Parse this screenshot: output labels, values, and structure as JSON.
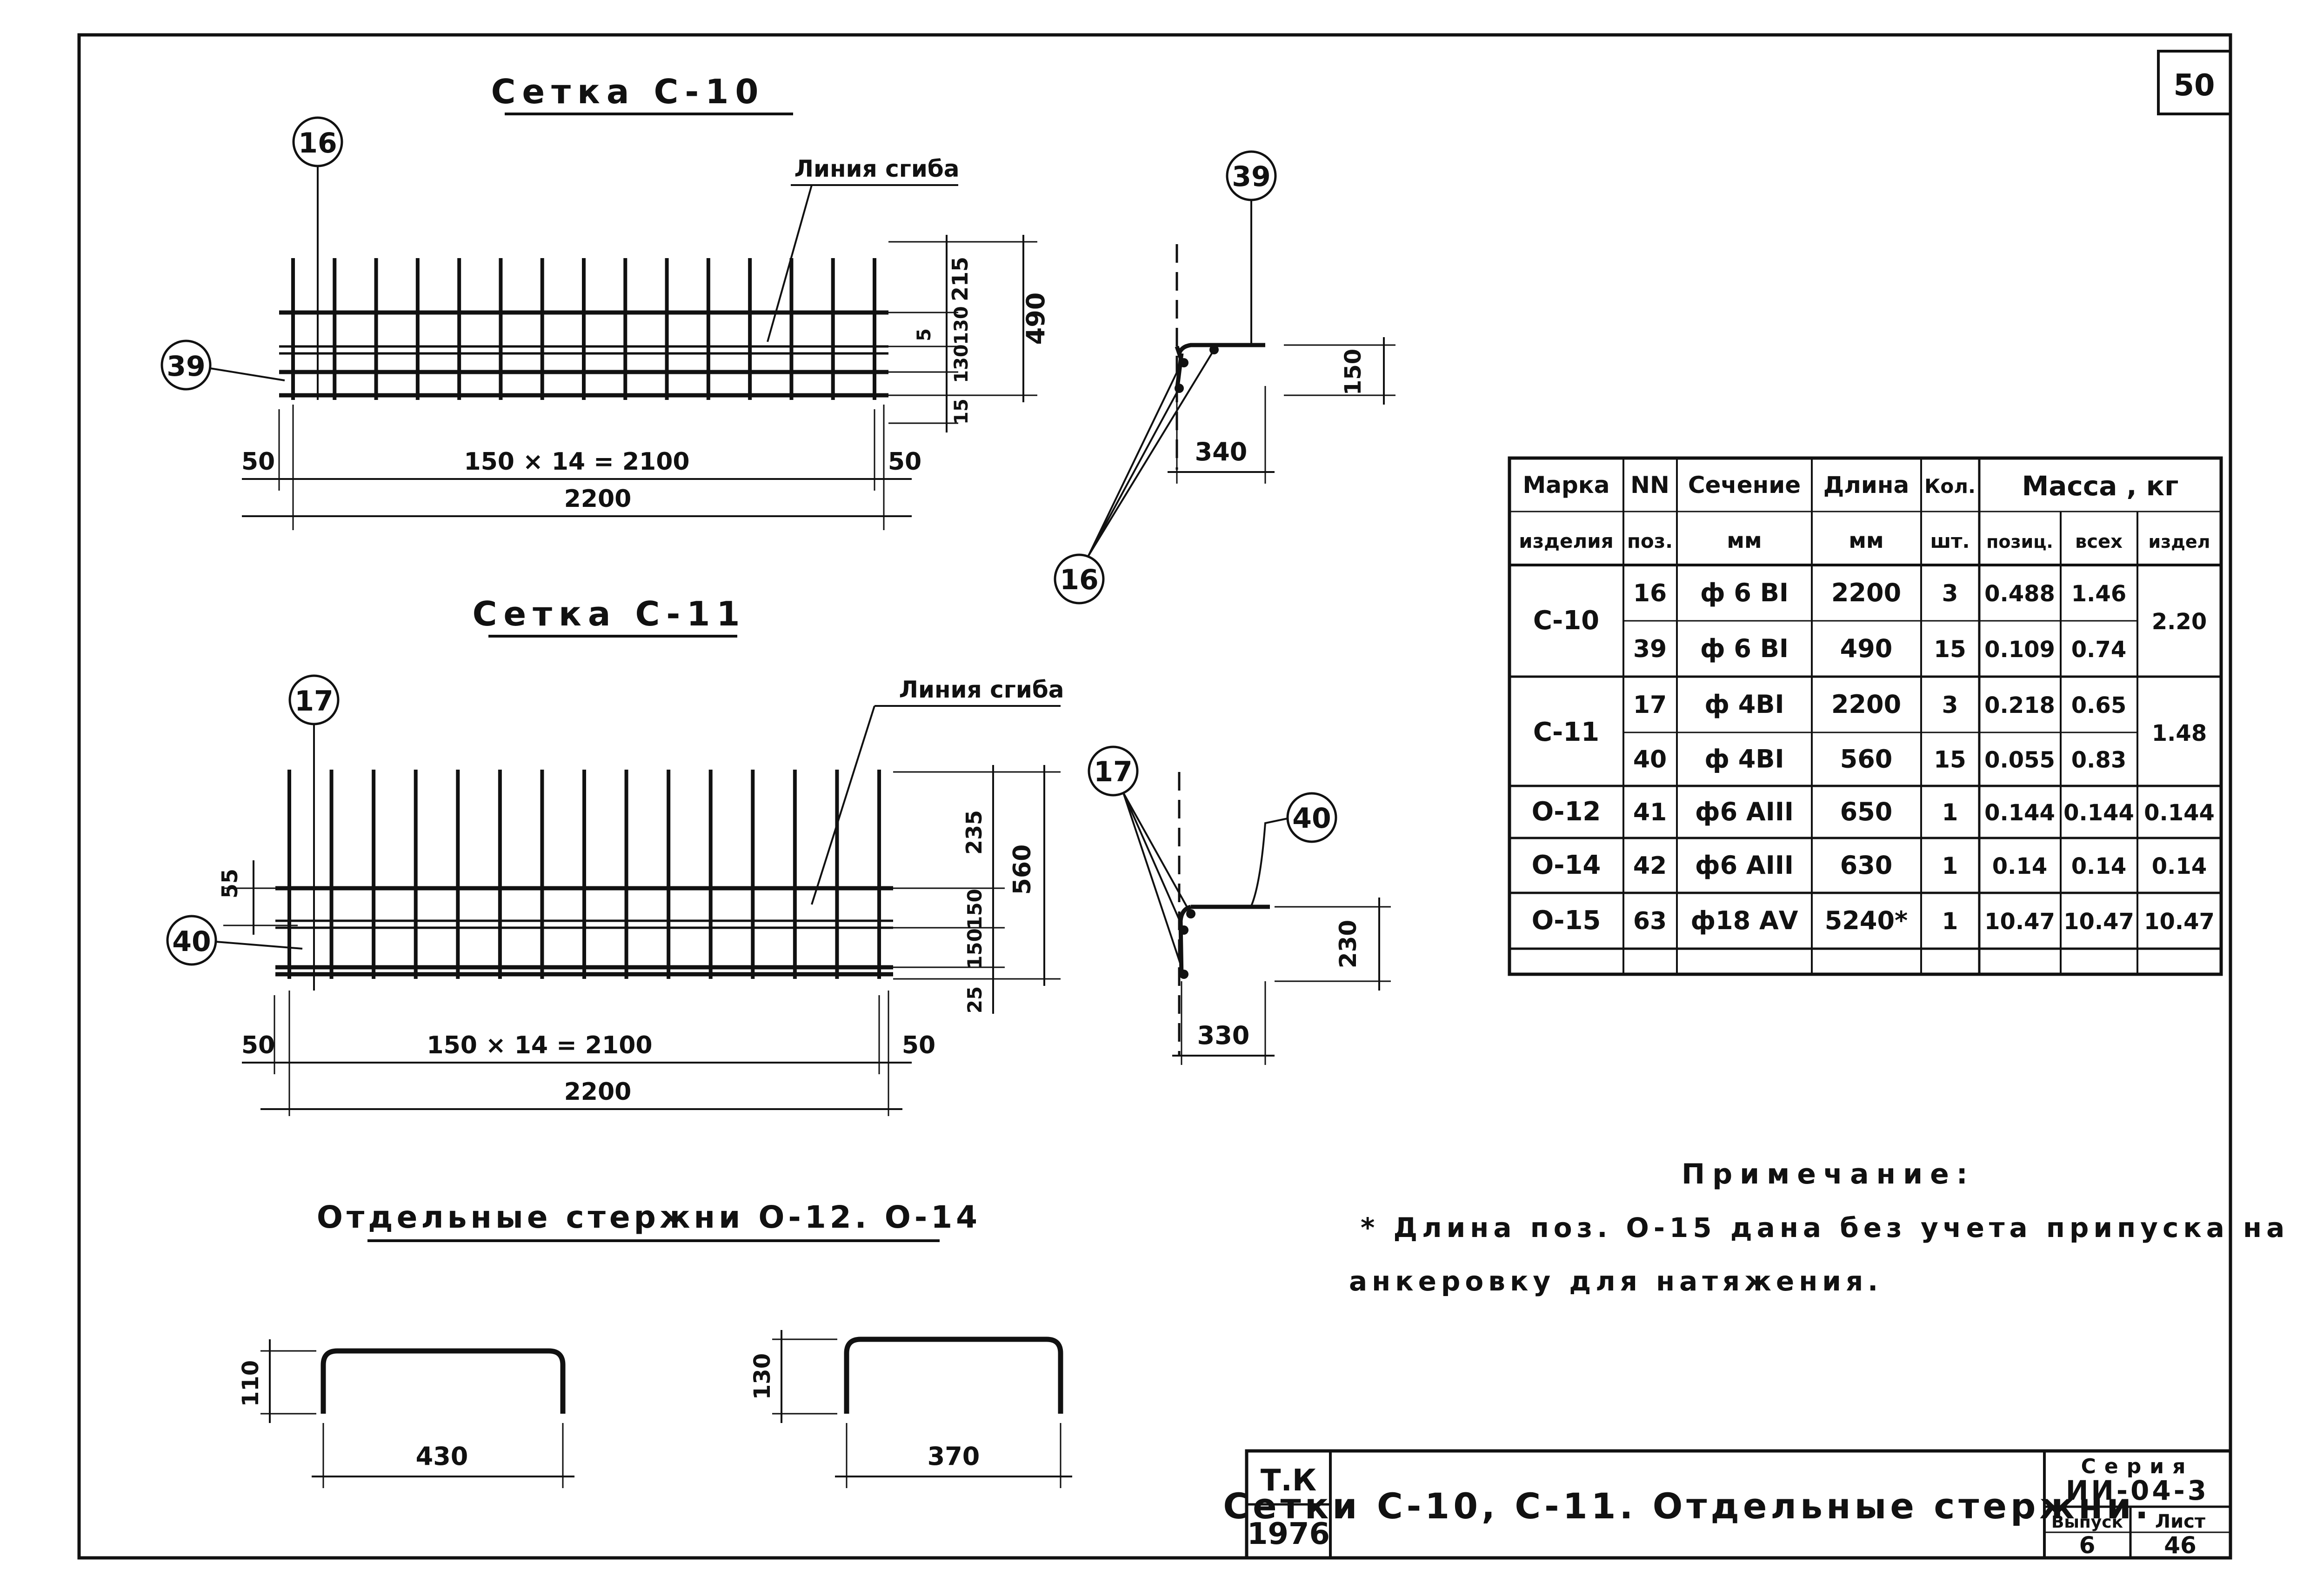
{
  "page_number": "50",
  "mesh_c10": {
    "title": "Сетка С-10",
    "bend_line": "Линия сгиба",
    "pos_long": "16",
    "pos_cross": "39",
    "dims_right": [
      "215",
      "5",
      "130",
      "130",
      "15"
    ],
    "dim_total_height": "490",
    "dim_left": "50",
    "dim_spacing": "150 × 14 = 2100",
    "dim_right": "50",
    "dim_overall": "2200"
  },
  "section_c10": {
    "pos_top": "39",
    "pos_bottom": "16",
    "dim_height": "150",
    "dim_width": "340"
  },
  "mesh_c11": {
    "title": "Сетка С-11",
    "bend_line": "Линия сгиба",
    "pos_long": "17",
    "pos_cross": "40",
    "dim_left_top": "55",
    "dims_right": [
      "235",
      "150",
      "150",
      "25"
    ],
    "dim_total_height": "560",
    "dim_left": "50",
    "dim_spacing": "150 × 14 = 2100",
    "dim_right": "50",
    "dim_overall": "2200"
  },
  "section_c11": {
    "pos_left": "17",
    "pos_right": "40",
    "dim_height": "230",
    "dim_width": "330"
  },
  "separate_bars": {
    "title": "Отдельные стержни О-12. О-14",
    "bar1_height": "110",
    "bar1_width": "430",
    "bar2_height": "130",
    "bar2_width": "370"
  },
  "spec_table": {
    "headers": {
      "mark_1": "Марка",
      "mark_2": "изделия",
      "pos_1": "NN",
      "pos_2": "поз.",
      "section_1": "Сечение",
      "section_2": "мм",
      "length_1": "Длина",
      "length_2": "мм",
      "qty_1": "Кол.",
      "qty_2": "шт.",
      "mass": "Масса , кг",
      "mass_pos": "позиц.",
      "mass_all": "всех",
      "mass_item": "издел"
    },
    "rows": [
      {
        "mark": "С-10",
        "pos": "16",
        "section": "ф 6 ВI",
        "length": "2200",
        "qty": "3",
        "m_pos": "0.488",
        "m_all": "1.46",
        "m_item": "2.20"
      },
      {
        "mark": "",
        "pos": "39",
        "section": "ф 6 ВI",
        "length": "490",
        "qty": "15",
        "m_pos": "0.109",
        "m_all": "0.74",
        "m_item": ""
      },
      {
        "mark": "С-11",
        "pos": "17",
        "section": "ф 4ВI",
        "length": "2200",
        "qty": "3",
        "m_pos": "0.218",
        "m_all": "0.65",
        "m_item": "1.48"
      },
      {
        "mark": "",
        "pos": "40",
        "section": "ф 4ВI",
        "length": "560",
        "qty": "15",
        "m_pos": "0.055",
        "m_all": "0.83",
        "m_item": ""
      },
      {
        "mark": "О-12",
        "pos": "41",
        "section": "ф6 АIII",
        "length": "650",
        "qty": "1",
        "m_pos": "0.144",
        "m_all": "0.144",
        "m_item": "0.144"
      },
      {
        "mark": "О-14",
        "pos": "42",
        "section": "ф6 АIII",
        "length": "630",
        "qty": "1",
        "m_pos": "0.14",
        "m_all": "0.14",
        "m_item": "0.14"
      },
      {
        "mark": "О-15",
        "pos": "63",
        "section": "ф18 АV",
        "length": "5240*",
        "qty": "1",
        "m_pos": "10.47",
        "m_all": "10.47",
        "m_item": "10.47"
      }
    ]
  },
  "note": {
    "title": "Примечание:",
    "line1": "* Длина поз. О-15 дана без учета припуска на",
    "line2": "анкеровку для натяжения."
  },
  "title_block": {
    "tk": "Т.К",
    "year": "1976",
    "title": "Сетки С-10, С-11. Отдельные стержни.",
    "series_label": "Серия",
    "series": "ИИ-04-3",
    "issue_label": "Выпуск",
    "issue": "6",
    "sheet_label": "Лист",
    "sheet": "46"
  }
}
